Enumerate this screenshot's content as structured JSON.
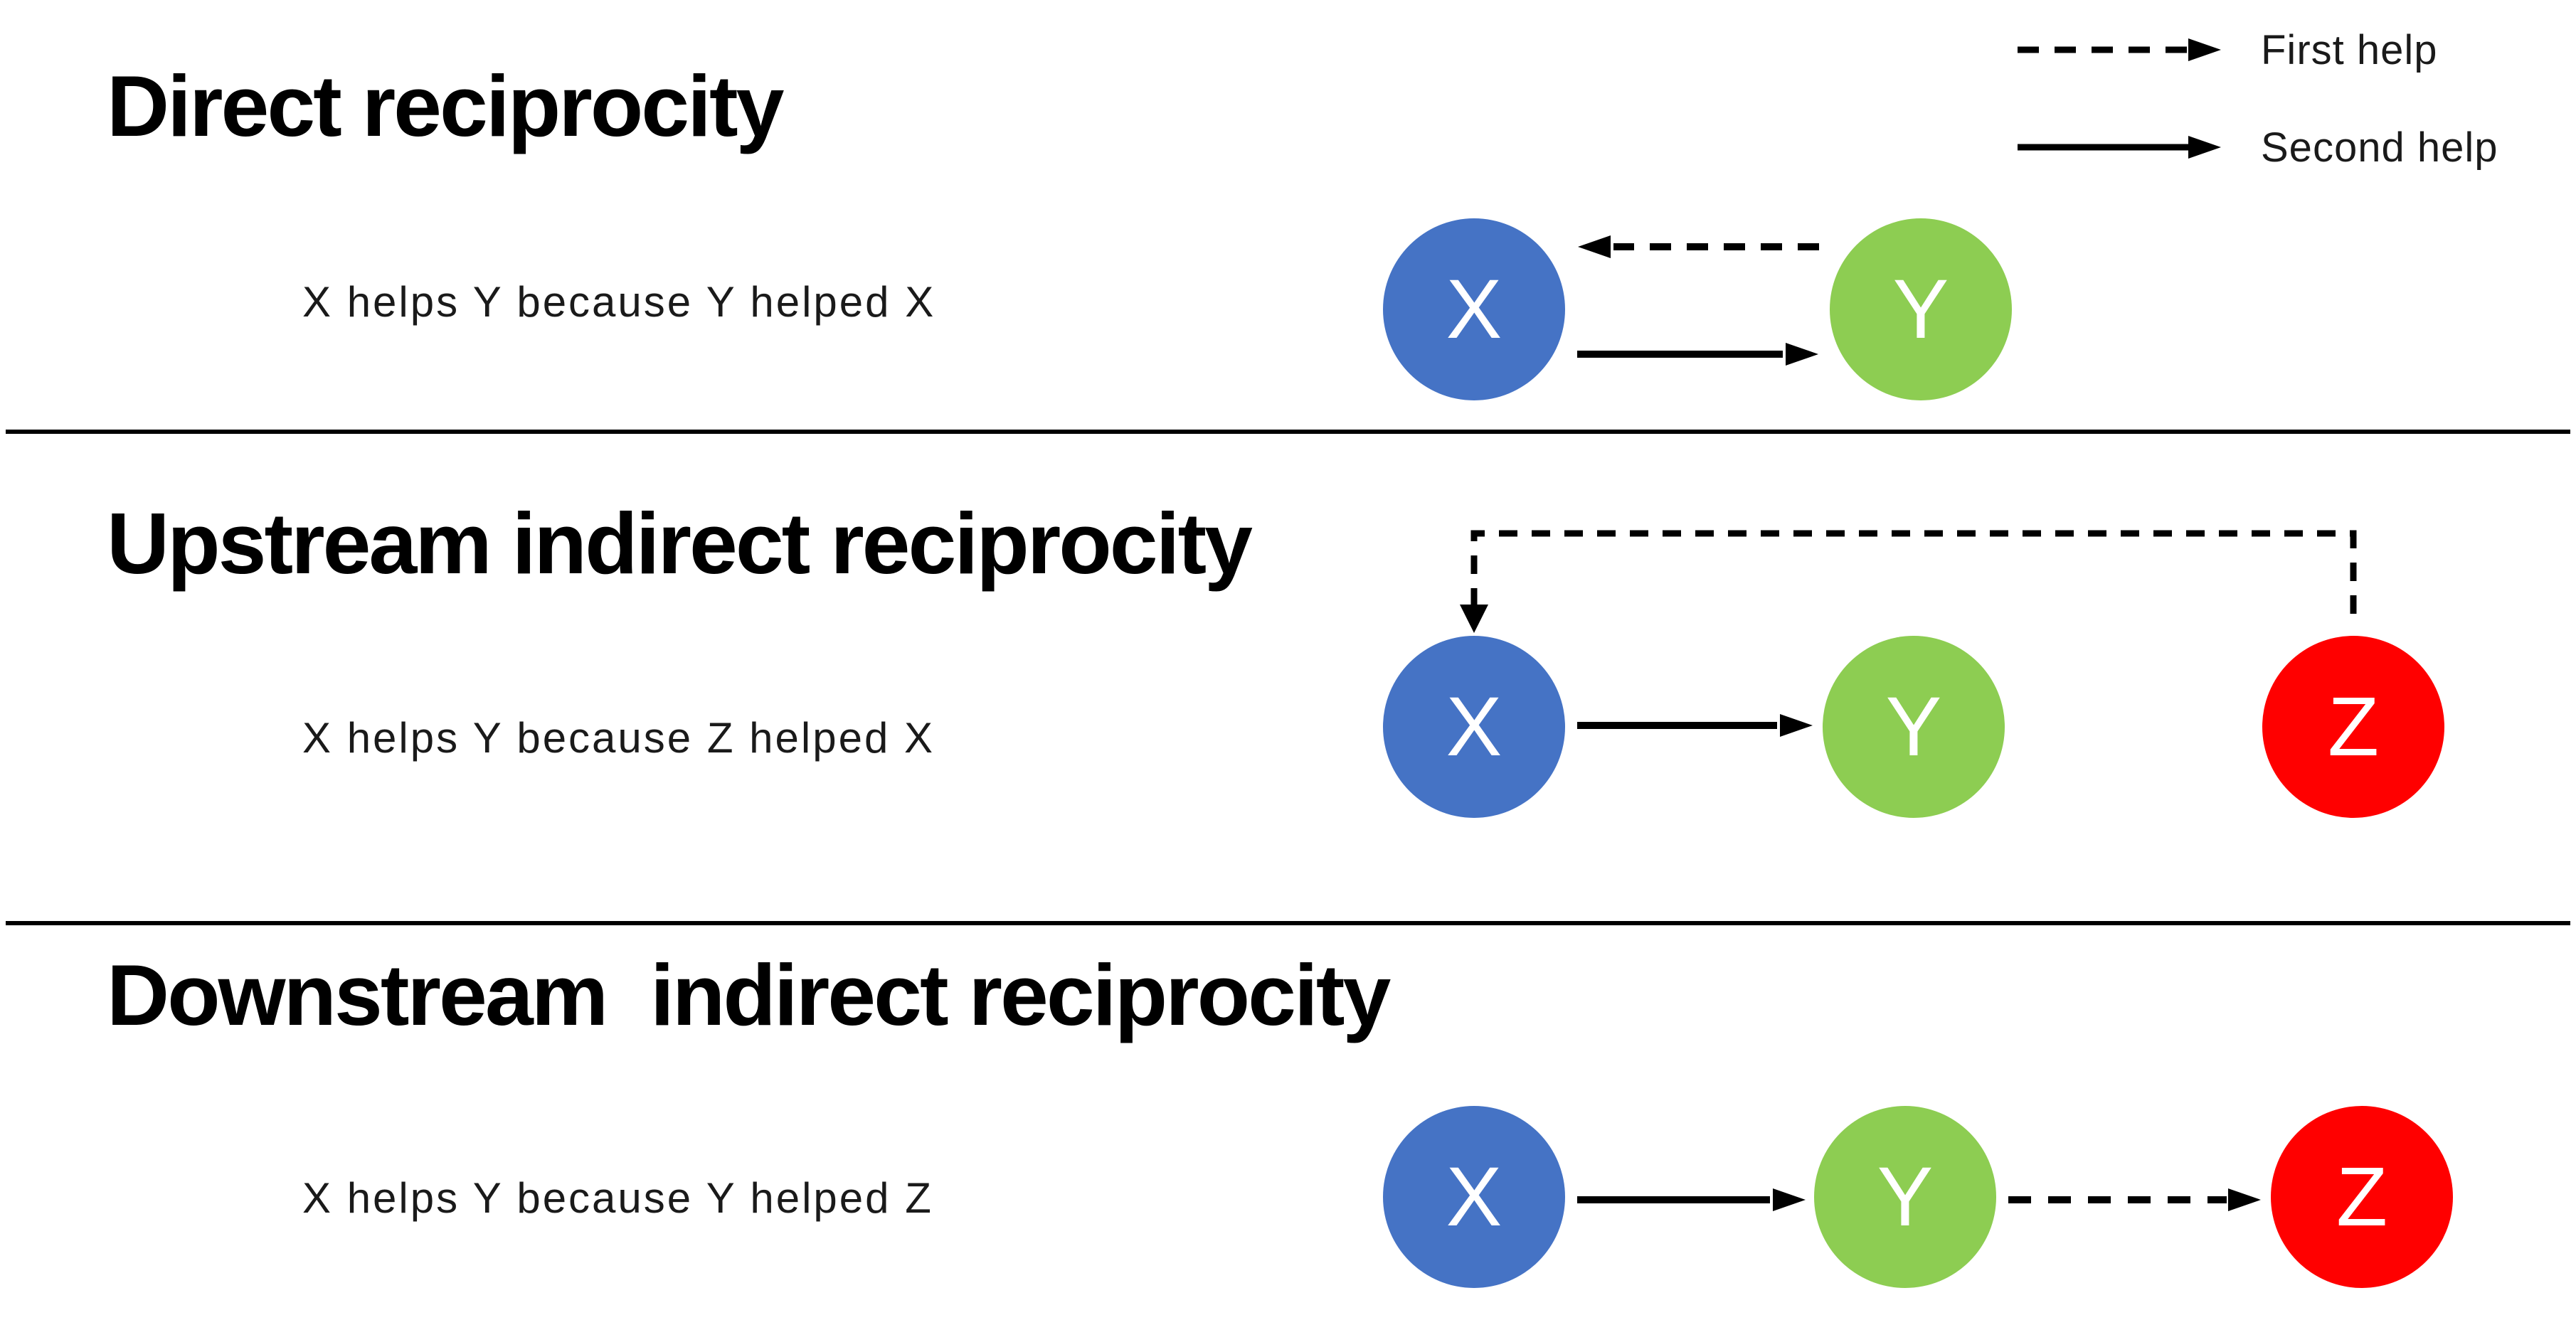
{
  "page": {
    "background": "#FFFFFF"
  },
  "colors": {
    "node_x_blue": "#4573C5",
    "node_y_green": "#8DCD52",
    "node_z_red": "#FF0000",
    "node_label": "#FFFFFF",
    "arrow_black": "#000000",
    "divider": "#000000",
    "title_text": "#000000",
    "body_text": "#1A1A1A"
  },
  "legend": {
    "items": [
      {
        "label": "First help",
        "line_style": "dashed"
      },
      {
        "label": "Second help",
        "line_style": "solid"
      }
    ]
  },
  "sections": [
    {
      "title": "Direct reciprocity",
      "description": "X helps Y because Y helped X",
      "nodes": [
        {
          "label": "X"
        },
        {
          "label": "Y"
        }
      ],
      "arrows": [
        {
          "from": "Y",
          "to": "X",
          "style": "dashed",
          "meaning": "First help"
        },
        {
          "from": "X",
          "to": "Y",
          "style": "solid",
          "meaning": "Second help"
        }
      ]
    },
    {
      "title": "Upstream indirect reciprocity",
      "description": "X helps Y because Z helped X",
      "nodes": [
        {
          "label": "X"
        },
        {
          "label": "Y"
        },
        {
          "label": "Z"
        }
      ],
      "arrows": [
        {
          "from": "Z",
          "to": "X",
          "style": "dashed",
          "meaning": "First help"
        },
        {
          "from": "X",
          "to": "Y",
          "style": "solid",
          "meaning": "Second help"
        }
      ]
    },
    {
      "title": "Downstream  indirect reciprocity",
      "description": "X helps Y because Y helped Z",
      "nodes": [
        {
          "label": "X"
        },
        {
          "label": "Y"
        },
        {
          "label": "Z"
        }
      ],
      "arrows": [
        {
          "from": "X",
          "to": "Y",
          "style": "solid",
          "meaning": "Second help"
        },
        {
          "from": "Y",
          "to": "Z",
          "style": "dashed",
          "meaning": "First help"
        }
      ]
    }
  ]
}
